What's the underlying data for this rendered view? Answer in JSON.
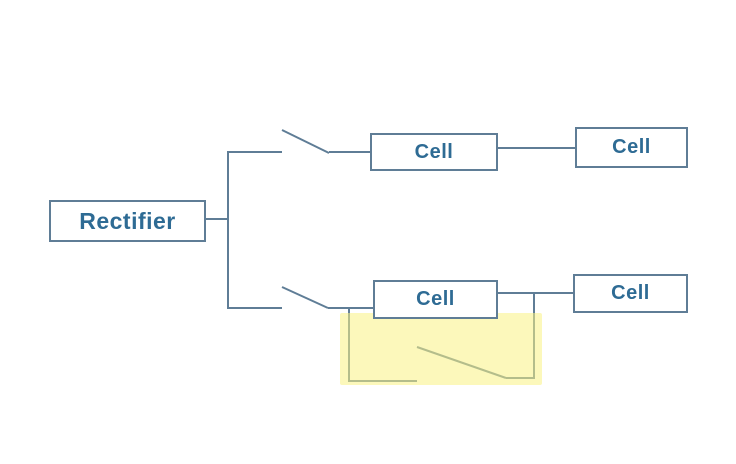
{
  "diagram": {
    "nodes": {
      "rectifier": {
        "label": "Rectifier"
      },
      "cell_top_left": {
        "label": "Cell"
      },
      "cell_top_right": {
        "label": "Cell"
      },
      "cell_bottom_left": {
        "label": "Cell"
      },
      "cell_bottom_right": {
        "label": "Cell"
      }
    },
    "switches": [
      {
        "name": "top-branch-switch",
        "state": "open"
      },
      {
        "name": "bottom-branch-switch",
        "state": "open"
      },
      {
        "name": "bypass-switch",
        "state": "open",
        "highlighted": true
      }
    ],
    "colors": {
      "line": "#5f7d96",
      "box_border": "#5f7d96",
      "label_text": "#2e6b94",
      "highlight": "#f9f284",
      "background": "#ffffff"
    }
  }
}
